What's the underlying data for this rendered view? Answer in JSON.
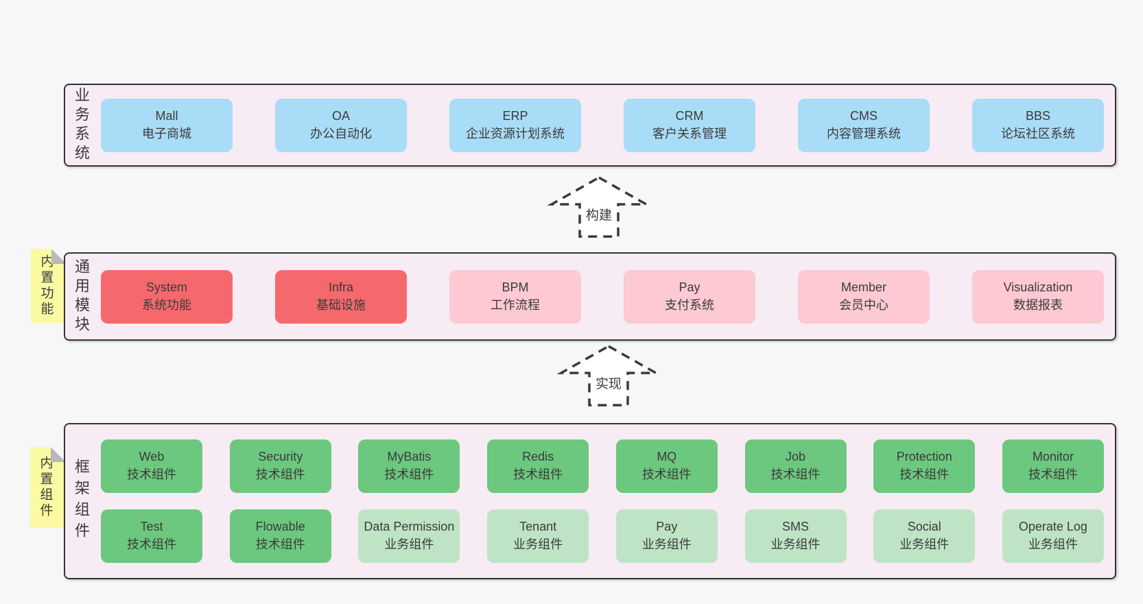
{
  "colors": {
    "page_bg": "#f7f7f7",
    "container_bg": "#f7ebf4",
    "container_border": "#333333",
    "text": "#3b3b3b",
    "blue": "#a9dcf6",
    "red": "#f5696d",
    "pink": "#fdc9d3",
    "green": "#6cc87e",
    "light_green": "#bee4c5",
    "sticky_yellow": "#fbf9a1",
    "sticky_fold": "#b9b9b9",
    "arrow_stroke": "#3a3a3a",
    "arrow_fill": "#ffffff"
  },
  "arrows": [
    {
      "label": "构建"
    },
    {
      "label": "实现"
    }
  ],
  "layers": [
    {
      "label": "业务系统",
      "boxes": [
        {
          "title": "Mall",
          "subtitle": "电子商城",
          "variant": "blue"
        },
        {
          "title": "OA",
          "subtitle": "办公自动化",
          "variant": "blue"
        },
        {
          "title": "ERP",
          "subtitle": "企业资源计划系统",
          "variant": "blue"
        },
        {
          "title": "CRM",
          "subtitle": "客户关系管理",
          "variant": "blue"
        },
        {
          "title": "CMS",
          "subtitle": "内容管理系统",
          "variant": "blue"
        },
        {
          "title": "BBS",
          "subtitle": "论坛社区系统",
          "variant": "blue"
        }
      ]
    },
    {
      "label": "通用模块",
      "sticky": "内置功能",
      "boxes": [
        {
          "title": "System",
          "subtitle": "系统功能",
          "variant": "red"
        },
        {
          "title": "Infra",
          "subtitle": "基础设施",
          "variant": "red"
        },
        {
          "title": "BPM",
          "subtitle": "工作流程",
          "variant": "pink"
        },
        {
          "title": "Pay",
          "subtitle": "支付系统",
          "variant": "pink"
        },
        {
          "title": "Member",
          "subtitle": "会员中心",
          "variant": "pink"
        },
        {
          "title": "Visualization",
          "subtitle": "数据报表",
          "variant": "pink"
        }
      ]
    },
    {
      "label": "框架组件",
      "sticky": "内置组件",
      "rows": [
        [
          {
            "title": "Web",
            "subtitle": "技术组件",
            "variant": "green"
          },
          {
            "title": "Security",
            "subtitle": "技术组件",
            "variant": "green"
          },
          {
            "title": "MyBatis",
            "subtitle": "技术组件",
            "variant": "green"
          },
          {
            "title": "Redis",
            "subtitle": "技术组件",
            "variant": "green"
          },
          {
            "title": "MQ",
            "subtitle": "技术组件",
            "variant": "green"
          },
          {
            "title": "Job",
            "subtitle": "技术组件",
            "variant": "green"
          },
          {
            "title": "Protection",
            "subtitle": "技术组件",
            "variant": "green"
          },
          {
            "title": "Monitor",
            "subtitle": "技术组件",
            "variant": "green"
          }
        ],
        [
          {
            "title": "Test",
            "subtitle": "技术组件",
            "variant": "green"
          },
          {
            "title": "Flowable",
            "subtitle": "技术组件",
            "variant": "green"
          },
          {
            "title": "Data Permission",
            "subtitle": "业务组件",
            "variant": "lightgreen"
          },
          {
            "title": "Tenant",
            "subtitle": "业务组件",
            "variant": "lightgreen"
          },
          {
            "title": "Pay",
            "subtitle": "业务组件",
            "variant": "lightgreen"
          },
          {
            "title": "SMS",
            "subtitle": "业务组件",
            "variant": "lightgreen"
          },
          {
            "title": "Social",
            "subtitle": "业务组件",
            "variant": "lightgreen"
          },
          {
            "title": "Operate Log",
            "subtitle": "业务组件",
            "variant": "lightgreen"
          }
        ]
      ]
    }
  ]
}
